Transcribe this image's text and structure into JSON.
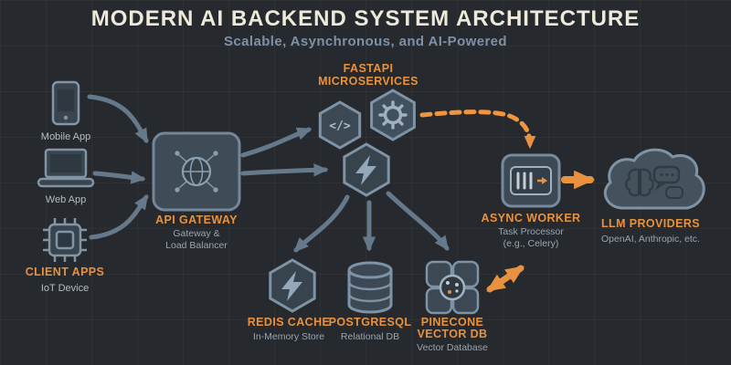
{
  "header": {
    "title": "MODERN AI BACKEND SYSTEM ARCHITECTURE",
    "subtitle": "Scalable, Asynchronous, and AI-Powered"
  },
  "clients": {
    "mobile": "Mobile App",
    "web": "Web App",
    "group": "CLIENT APPS",
    "iot": "IoT Device"
  },
  "gateway": {
    "title": "API GATEWAY",
    "sub1": "Gateway &",
    "sub2": "Load Balancer"
  },
  "microservices": {
    "line1": "FASTAPI",
    "line2": "MICROSERVICES",
    "code_glyph": "</>"
  },
  "worker": {
    "title": "ASYNC WORKER",
    "sub1": "Task Processor",
    "sub2": "(e.g., Celery)"
  },
  "llm": {
    "title": "LLM PROVIDERS",
    "sub": "OpenAI, Anthropic, etc."
  },
  "redis": {
    "title": "REDIS CACHE",
    "sub": "In-Memory Store"
  },
  "postgres": {
    "title": "POSTGRESQL",
    "sub": "Relational DB"
  },
  "pinecone": {
    "line1": "PINECONE",
    "line2": "VECTOR DB",
    "sub": "Vector Database"
  },
  "colors": {
    "background": "#26292d",
    "accent_orange": "#e8923f",
    "slate_stroke": "#7e93a5",
    "node_fill": "#3c4954",
    "title_text": "#edeadb",
    "subtitle_text": "#7d91a8",
    "muted_text": "#98a5b3"
  }
}
